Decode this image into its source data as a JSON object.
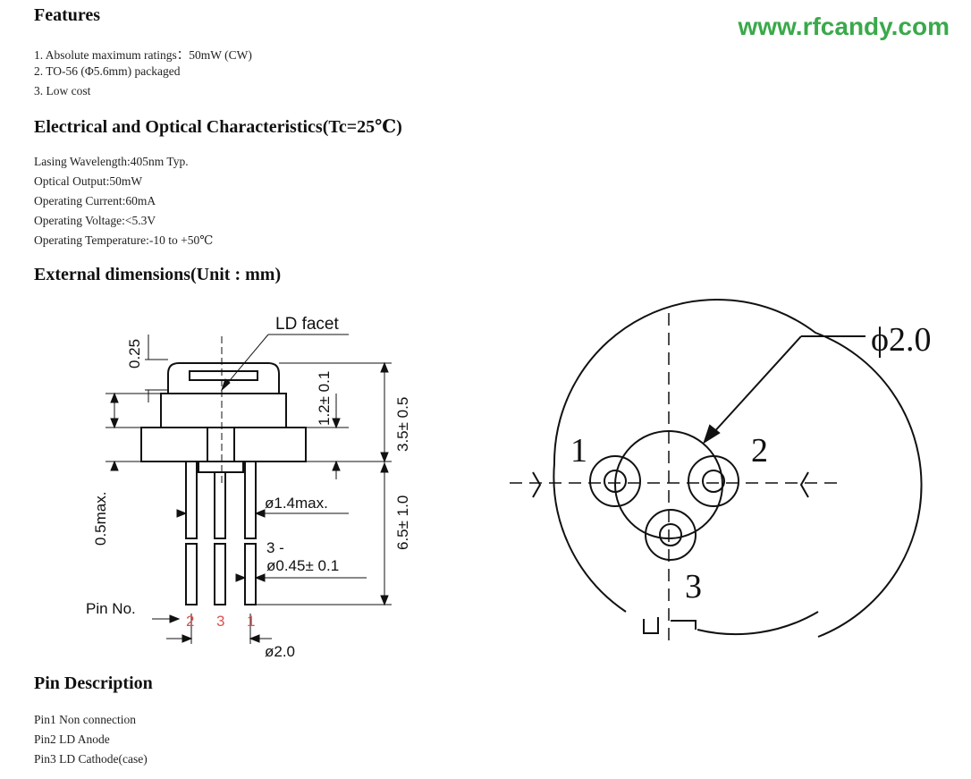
{
  "watermark": "www.rfcandy.com",
  "features": {
    "title": "Features",
    "items": [
      "1. Absolute maximum ratings：50mW (CW)",
      "2. TO-56 (Φ5.6mm) packaged",
      "3. Low cost"
    ]
  },
  "electrical": {
    "title": "Electrical and Optical Characteristics(Tc=25℃)",
    "items": [
      "Lasing Wavelength:405nm Typ.",
      "Optical Output:50mW",
      "Operating Current:60mA",
      "Operating Voltage:<5.3V",
      "Operating Temperature:-10 to +50℃"
    ]
  },
  "dimensions": {
    "title": "External dimensions(Unit : mm)",
    "side_view": {
      "ld_facet": "LD facet",
      "dim_025": "0.25",
      "dim_12": "1.2± 0.1",
      "dim_35": "3.5± 0.5",
      "dim_65": "6.5± 1.0",
      "dim_05max": "0.5max.",
      "dim_14max": "ø1.4max.",
      "dim_3": "3 -",
      "dim_045": "ø0.45± 0.1",
      "pin_no": "Pin No.",
      "pin_labels": [
        "2",
        "3",
        "1"
      ],
      "dim_20": "ø2.0"
    },
    "top_view": {
      "phi": "ϕ2.0",
      "pins": [
        "1",
        "2",
        "3"
      ]
    },
    "colors": {
      "pin_label": "#d9534f"
    }
  },
  "pins": {
    "title": "Pin Description",
    "items": [
      "Pin1 Non connection",
      "Pin2 LD Anode",
      "Pin3 LD Cathode(case)"
    ]
  }
}
